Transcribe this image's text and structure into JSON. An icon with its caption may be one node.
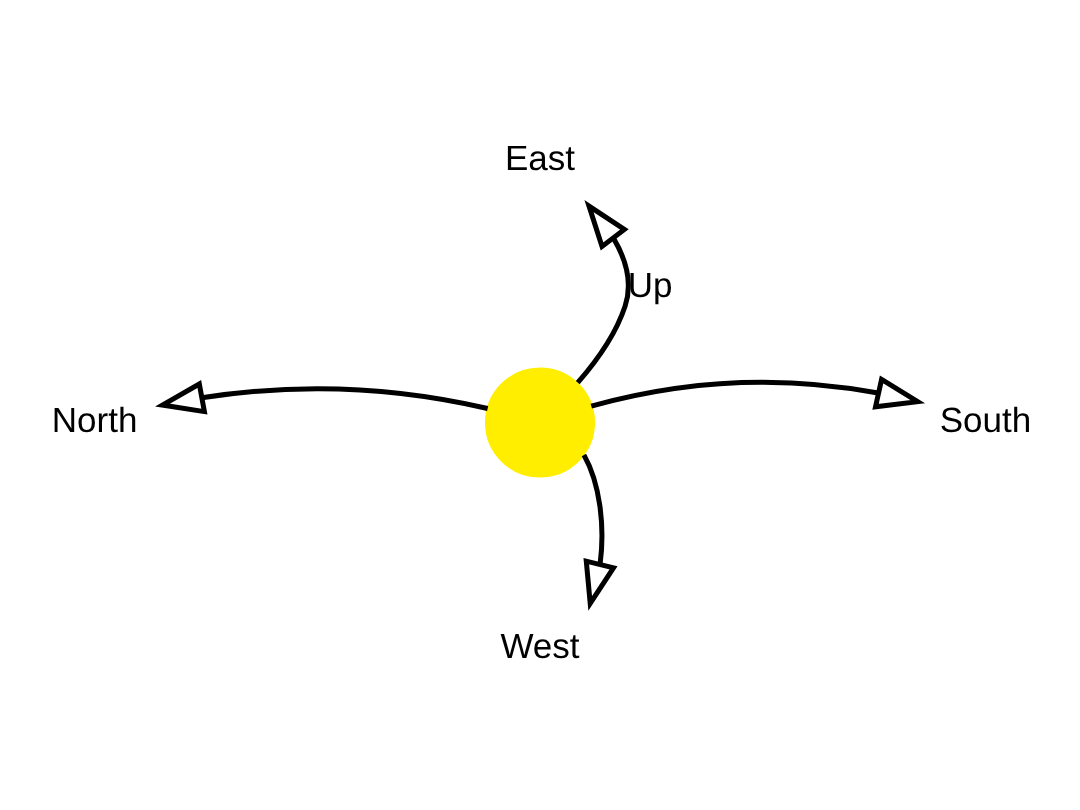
{
  "diagram": {
    "nodes": [
      {
        "text": [],
        "shape": "circle"
      },
      {
        "text": [
          "East"
        ]
      },
      {
        "text": [
          "North"
        ]
      },
      {
        "text": [
          "South"
        ]
      },
      {
        "text": [
          "West"
        ]
      }
    ],
    "edges": [
      {
        "from": 0,
        "to": 1,
        "arrow": "to",
        "label": "Up"
      },
      {
        "from": 0,
        "to": 2,
        "arrow": "to"
      },
      {
        "from": 0,
        "to": 3,
        "arrow": "to"
      },
      {
        "from": 0,
        "to": 4,
        "arrow": "to"
      }
    ]
  }
}
